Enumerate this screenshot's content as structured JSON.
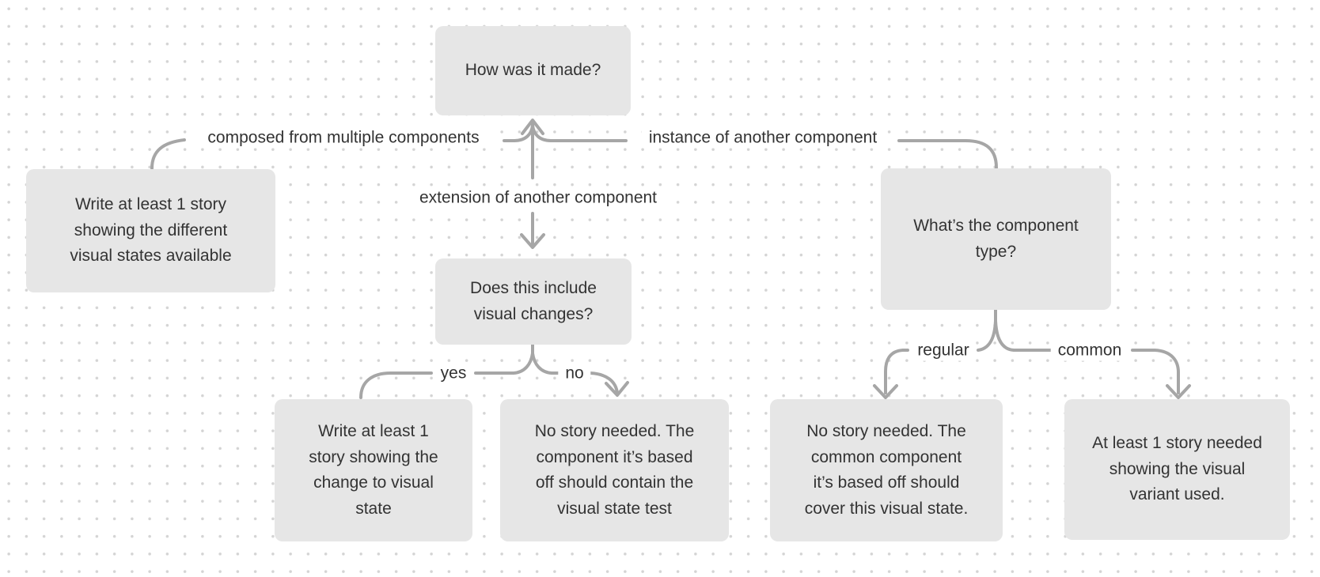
{
  "canvas": {
    "background_color": "#ffffff",
    "dot_color": "#d4d4d4",
    "node_fill_color": "#e6e6e6",
    "connector_color": "#a6a6a6",
    "text_color": "#333333"
  },
  "nodes": {
    "how_made": {
      "label": "How was it made?"
    },
    "different_states": {
      "label": "Write at least 1 story\nshowing the different\nvisual states available"
    },
    "include_visual": {
      "label": "Does this include\nvisual changes?"
    },
    "component_type": {
      "label": "What’s the component\ntype?"
    },
    "change_story": {
      "label": "Write at least 1\nstory showing the\nchange to visual\nstate"
    },
    "based_off": {
      "label": "No story needed. The\ncomponent it’s based\noff should contain the\nvisual state test"
    },
    "common_covers": {
      "label": "No story needed. The\ncommon component\nit’s based off should\ncover this visual state."
    },
    "variant_story": {
      "label": "At least 1 story needed\nshowing the visual\nvariant used."
    }
  },
  "edge_labels": {
    "composed": "composed from multiple components",
    "extension": "extension of another component",
    "instance": "instance of another component",
    "yes": "yes",
    "no": "no",
    "regular": "regular",
    "common": "common"
  }
}
